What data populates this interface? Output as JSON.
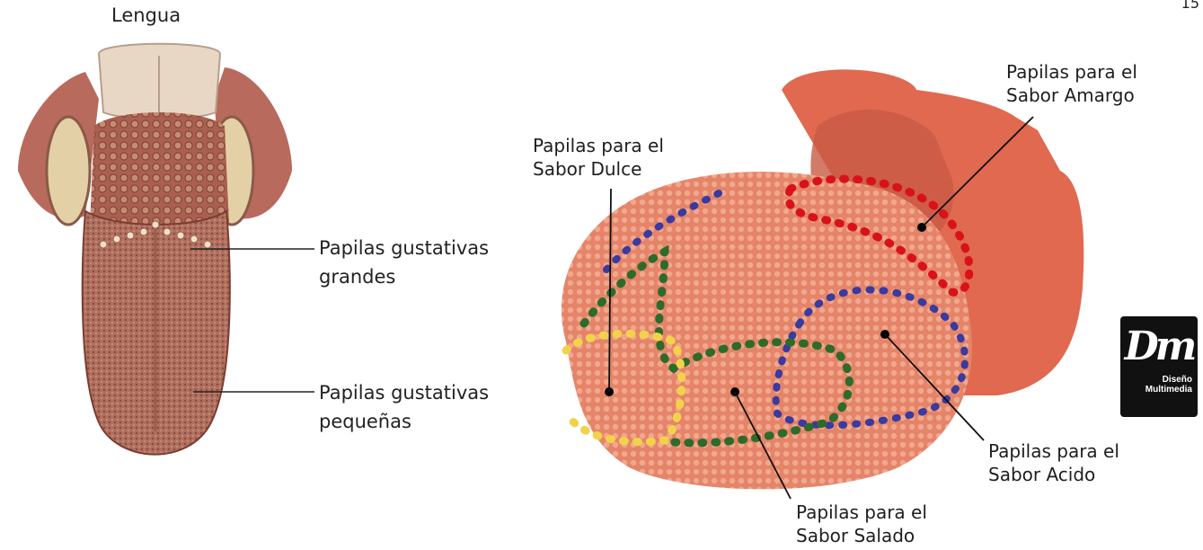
{
  "page_number": "15",
  "left_figure": {
    "title": "Lengua",
    "label_large_1": "Papilas gustativas",
    "label_large_2": "grandes",
    "label_small_1": "Papilas gustativas",
    "label_small_2": "pequeñas"
  },
  "right_figure": {
    "bitter_1": "Papilas para el",
    "bitter_2": "Sabor Amargo",
    "sweet_1": "Papilas para el",
    "sweet_2": "Sabor Dulce",
    "sour_1": "Papilas para el",
    "sour_2": "Sabor Acido",
    "salty_1": "Papilas para el",
    "salty_2": "Sabor Salado"
  },
  "logo": {
    "initials": "Dm",
    "sub_1": "Diseño",
    "sub_2": "Multimedia"
  },
  "colors": {
    "bitter": "#d9121a",
    "sour": "#3a3aa0",
    "salty": "#2e6b2a",
    "sweet": "#f2d24a",
    "tongue": "#e2785a"
  }
}
